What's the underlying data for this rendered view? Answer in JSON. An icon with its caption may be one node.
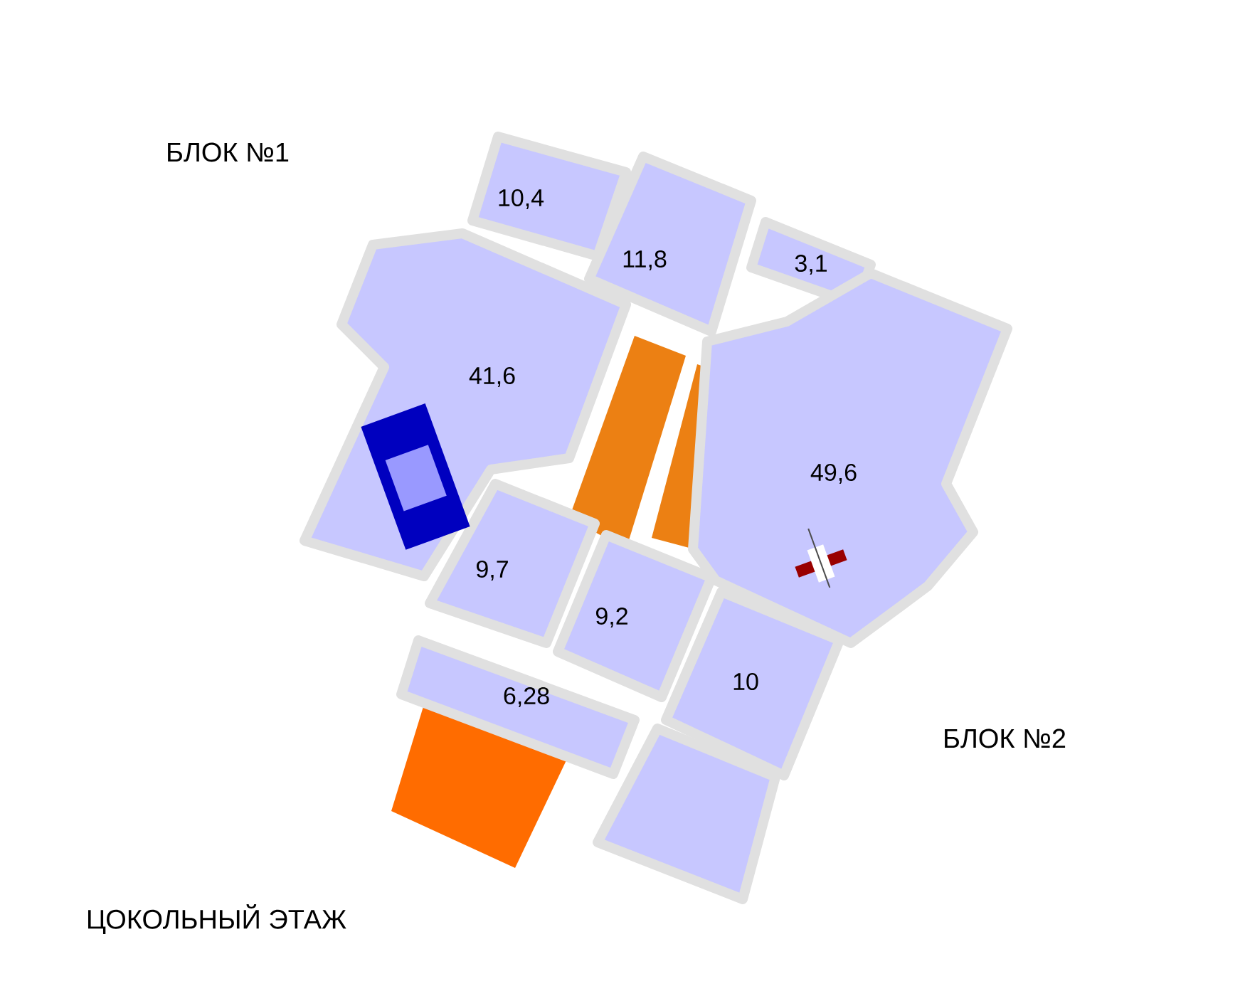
{
  "diagram": {
    "title": "ЦОКОЛЬНЫЙ ЭТАЖ",
    "nodes": [
      {
        "text": [
          "10,4"
        ]
      },
      {
        "text": [
          "11,8"
        ]
      },
      {
        "text": [
          "3,1"
        ]
      },
      {
        "text": [
          "41,6"
        ]
      },
      {
        "text": [
          "49,6"
        ]
      },
      {
        "text": [
          "9,7"
        ]
      },
      {
        "text": [
          "9,2"
        ]
      },
      {
        "text": [
          "10"
        ]
      },
      {
        "text": [
          "6,28"
        ]
      },
      {
        "text": [],
        "shape": "box"
      }
    ],
    "labels": [
      "БЛОК №1",
      "БЛОК №2"
    ]
  }
}
